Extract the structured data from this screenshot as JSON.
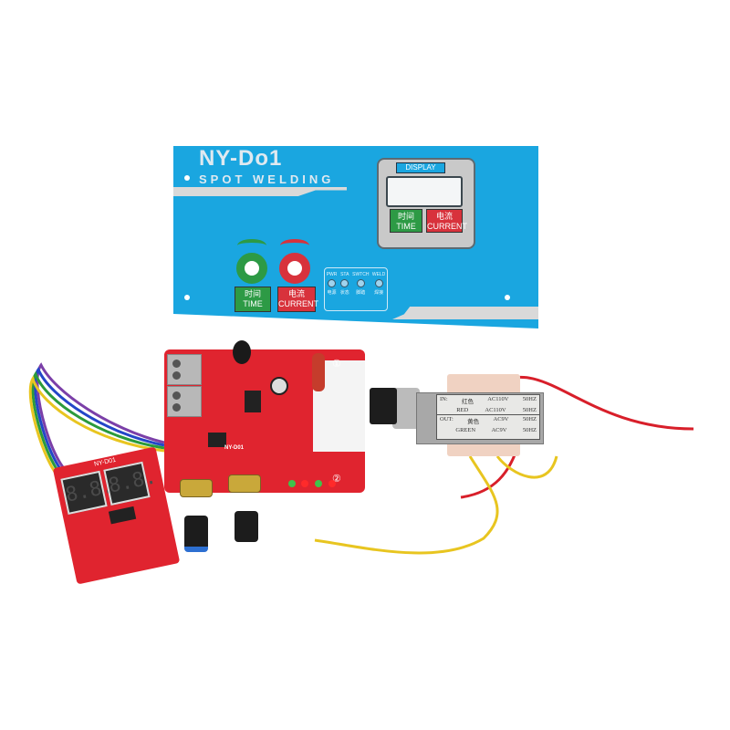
{
  "scene": {
    "description": "Product photo of an NY-D01 spot welding controller kit on a white background",
    "background_color": "#ffffff"
  },
  "panel": {
    "model": "NY-Do1",
    "subtitle": "SPOT WELDING",
    "color": "#1aa6e0",
    "display": {
      "label": "DISPLAY",
      "time_cn": "时间",
      "time_en": "TIME",
      "current_cn": "电流",
      "current_en": "CURRENT"
    },
    "buttons": [
      {
        "cn": "时间",
        "en": "TIME",
        "color": "#2d9a45"
      },
      {
        "cn": "电流",
        "en": "CURRENT",
        "color": "#d8323c"
      }
    ],
    "indicators": [
      {
        "tag": "PWR",
        "cn": "电源"
      },
      {
        "tag": "STA",
        "cn": "状态"
      },
      {
        "tag": "SWTCH",
        "cn": "脚踏"
      },
      {
        "tag": "WELD",
        "cn": "焊接"
      }
    ]
  },
  "pcb": {
    "model": "NY-D01",
    "color": "#e0242f",
    "markers": [
      "①",
      "②"
    ]
  },
  "display_board": {
    "model": "NY-D01",
    "digits": [
      "8.8.",
      "8.8."
    ]
  },
  "transformer": {
    "rows": [
      [
        "IN:",
        "红色",
        "AC110V",
        "50HZ"
      ],
      [
        "",
        "RED",
        "AC110V",
        "50HZ"
      ],
      [
        "OUT:",
        "黄色",
        "AC9V",
        "50HZ"
      ],
      [
        "",
        "GREEN",
        "AC9V",
        "50HZ"
      ]
    ]
  }
}
